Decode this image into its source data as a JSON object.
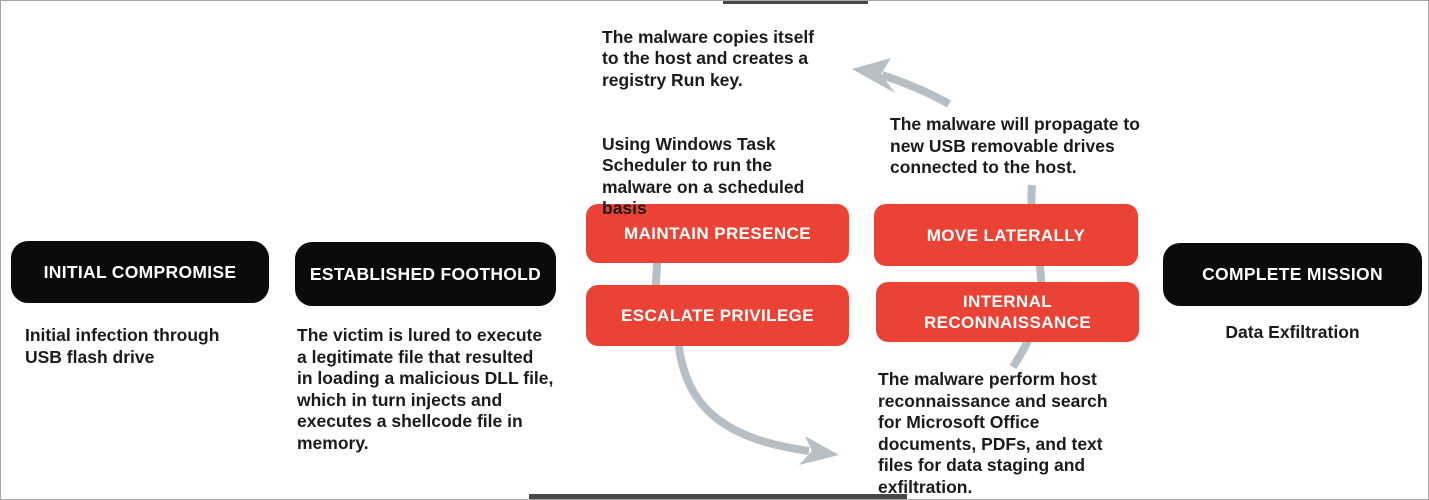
{
  "colors": {
    "red": "#EA4335",
    "black_box": "#0B0B0B",
    "arrow": "#B6BFC6",
    "text": "#1B1B1B",
    "background": "#FFFFFF",
    "border": "#A6A6A6",
    "crop_bar": "#474747"
  },
  "stages": {
    "initial_compromise": {
      "label": "INITIAL COMPROMISE",
      "desc": "Initial infection through\nUSB flash drive"
    },
    "established_foothold": {
      "label": "ESTABLISHED FOOTHOLD",
      "desc": "The victim is lured to execute\na legitimate file that resulted\nin loading a malicious DLL file,\nwhich in turn injects and\nexecutes a shellcode file in\nmemory."
    },
    "maintain_presence": {
      "label": "MAINTAIN PRESENCE",
      "note_para1": "The malware copies itself\nto the host and creates a\nregistry Run key.",
      "note_para2": "Using Windows Task\nScheduler to run the\nmalware on a scheduled\nbasis"
    },
    "escalate_privilege": {
      "label": "ESCALATE PRIVILEGE"
    },
    "move_laterally": {
      "label": "MOVE LATERALLY",
      "note": "The malware will propagate to\nnew USB removable drives\nconnected to the host."
    },
    "internal_reconnaissance": {
      "label": "INTERNAL\nRECONNAISSANCE",
      "note": "The malware perform host\nreconnaissance and search\nfor Microsoft Office\ndocuments, PDFs, and text\nfiles for data staging and\nexfiltration."
    },
    "complete_mission": {
      "label": "COMPLETE MISSION",
      "desc": "Data Exfiltration"
    }
  }
}
